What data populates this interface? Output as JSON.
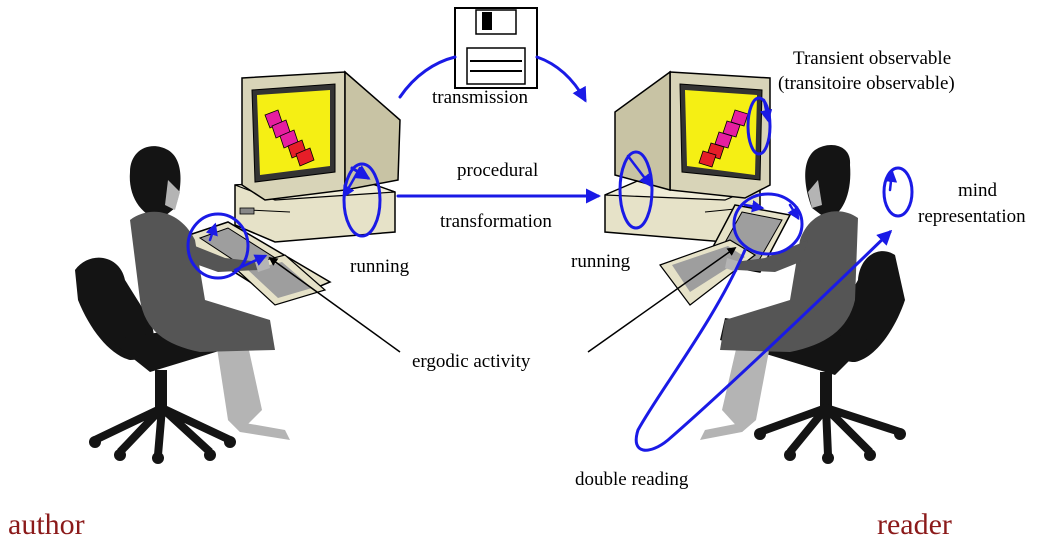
{
  "labels": {
    "transmission": "transmission",
    "transient_line1": "Transient observable",
    "transient_line2": "(transitoire observable)",
    "procedural": "procedural",
    "transformation": "transformation",
    "running_left": "running",
    "running_right": "running",
    "mind_line1": "mind",
    "mind_line2": "representation",
    "ergodic": "ergodic activity",
    "double_reading": "double reading"
  },
  "roles": {
    "author": "author",
    "reader": "reader"
  },
  "colors": {
    "arrow_blue": "#1a1ae6",
    "role_text": "#8b1a1a",
    "person_dark": "#555555",
    "person_light": "#b4b4b4",
    "chair": "#141414",
    "monitor_beige": "#e6e2c8",
    "screen_yellow": "#f5ef14",
    "screen_magenta": "#e61ea0",
    "screen_red": "#e61e28"
  },
  "icons": {
    "floppy": "floppy-disk-icon",
    "computer": "desktop-computer-icon",
    "person": "seated-person-icon",
    "chair": "office-chair-icon"
  }
}
